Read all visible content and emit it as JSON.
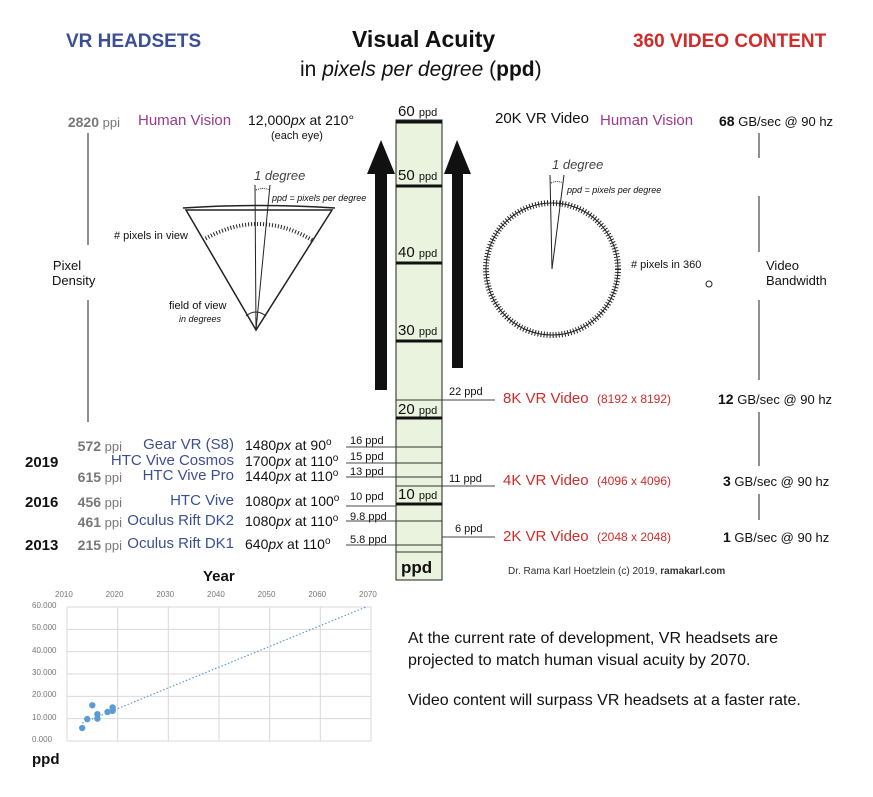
{
  "header": {
    "left_title": "VR HEADSETS",
    "center_title": "Visual Acuity",
    "center_subtitle_pre": "in ",
    "center_subtitle_em": "pixels per degree",
    "center_subtitle_mid": " (",
    "center_subtitle_bold": "ppd",
    "center_subtitle_end": ")",
    "right_title": "360 VIDEO CONTENT"
  },
  "human_vision": {
    "ppi_value": "2820",
    "ppi_unit": "ppi",
    "label": "Human Vision",
    "res": "12,000",
    "res_unit": "px",
    "res_at": " at 210",
    "res_note": "(each eye)",
    "video_label": "20K VR Video",
    "video_human": "Human Vision",
    "bw_value": "68",
    "bw_unit": "GB/sec @ 90 hz"
  },
  "axis_labels": {
    "pixel_density": [
      "Pixel",
      "Density"
    ],
    "video_bandwidth": [
      "Video",
      "Bandwidth"
    ],
    "scale_label": "ppd",
    "scale_ticks": [
      {
        "value": "60",
        "unit": "ppd"
      },
      {
        "value": "50",
        "unit": "ppd"
      },
      {
        "value": "40",
        "unit": "ppd"
      },
      {
        "value": "30",
        "unit": "ppd"
      },
      {
        "value": "20",
        "unit": "ppd"
      },
      {
        "value": "10",
        "unit": "ppd"
      }
    ]
  },
  "fov_diagram": {
    "one_degree": "1 degree",
    "ppd_def": "ppd = pixels per degree",
    "pixels_in_view": "# pixels in view",
    "field_of_view": "field of view",
    "in_degrees": "in degrees"
  },
  "video_diagram": {
    "one_degree": "1 degree",
    "ppd_def": "ppd = pixels per degree",
    "pixels_in_360": "# pixels in 360"
  },
  "headsets": [
    {
      "year": "",
      "ppi": "572",
      "name": "Gear VR (S8)",
      "res": "1480",
      "fov": "90",
      "ppd": "16 ppd"
    },
    {
      "year": "2019",
      "ppi": "",
      "name": "HTC Vive Cosmos",
      "res": "1700",
      "fov": "110",
      "ppd": "15 ppd"
    },
    {
      "year": "",
      "ppi": "615",
      "name": "HTC Vive Pro",
      "res": "1440",
      "fov": "110",
      "ppd": "13 ppd"
    },
    {
      "year": "2016",
      "ppi": "456",
      "name": "HTC Vive",
      "res": "1080",
      "fov": "100",
      "ppd": "10 ppd"
    },
    {
      "year": "",
      "ppi": "461",
      "name": "Oculus Rift DK2",
      "res": "1080",
      "fov": "110",
      "ppd": "9.8 ppd"
    },
    {
      "year": "2013",
      "ppi": "215",
      "name": "Oculus Rift DK1",
      "res": "640",
      "fov": "110",
      "ppd": "5.8 ppd"
    }
  ],
  "ppi_unit": "ppi",
  "px_unit": "px",
  "at_word": " at ",
  "videos": [
    {
      "ppd": "22 ppd",
      "name": "8K VR Video",
      "res": "(8192 x 8192)",
      "bw_value": "12",
      "bw_unit": "GB/sec @ 90 hz"
    },
    {
      "ppd": "11 ppd",
      "name": "4K VR Video",
      "res": "(4096 x 4096)",
      "bw_value": "3",
      "bw_unit": "GB/sec @ 90 hz"
    },
    {
      "ppd": "6 ppd",
      "name": "2K VR Video",
      "res": "(2048 x 2048)",
      "bw_value": "1",
      "bw_unit": "GB/sec @ 90 hz"
    }
  ],
  "credit_pre": "Dr. Rama Karl Hoetzlein (c) 2019, ",
  "credit_site": "ramakarl.com",
  "notes": [
    "At the current rate of development, VR headsets are",
    "projected to match human visual acuity by 2070.",
    "Video content will surpass VR headsets at a faster rate."
  ],
  "chart_data": {
    "type": "scatter",
    "title": "",
    "xlabel": "Year",
    "ylabel": "ppd",
    "xlim": [
      2010,
      2070
    ],
    "ylim": [
      0,
      60
    ],
    "x_ticks": [
      "2010",
      "2020",
      "2030",
      "2040",
      "2050",
      "2060",
      "2070"
    ],
    "y_ticks": [
      "0.000",
      "10.000",
      "20.000",
      "30.000",
      "40.000",
      "50.000",
      "60.000"
    ],
    "grid": true,
    "points": [
      {
        "x": 2013,
        "y": 5.8
      },
      {
        "x": 2014,
        "y": 9.8
      },
      {
        "x": 2015,
        "y": 16
      },
      {
        "x": 2016,
        "y": 10
      },
      {
        "x": 2016,
        "y": 12
      },
      {
        "x": 2018,
        "y": 13
      },
      {
        "x": 2019,
        "y": 15
      },
      {
        "x": 2019,
        "y": 13.5
      }
    ],
    "trendline": {
      "style": "dotted",
      "x": [
        2013,
        2069
      ],
      "y": [
        8,
        60
      ]
    },
    "color": "#5b9bd5"
  }
}
